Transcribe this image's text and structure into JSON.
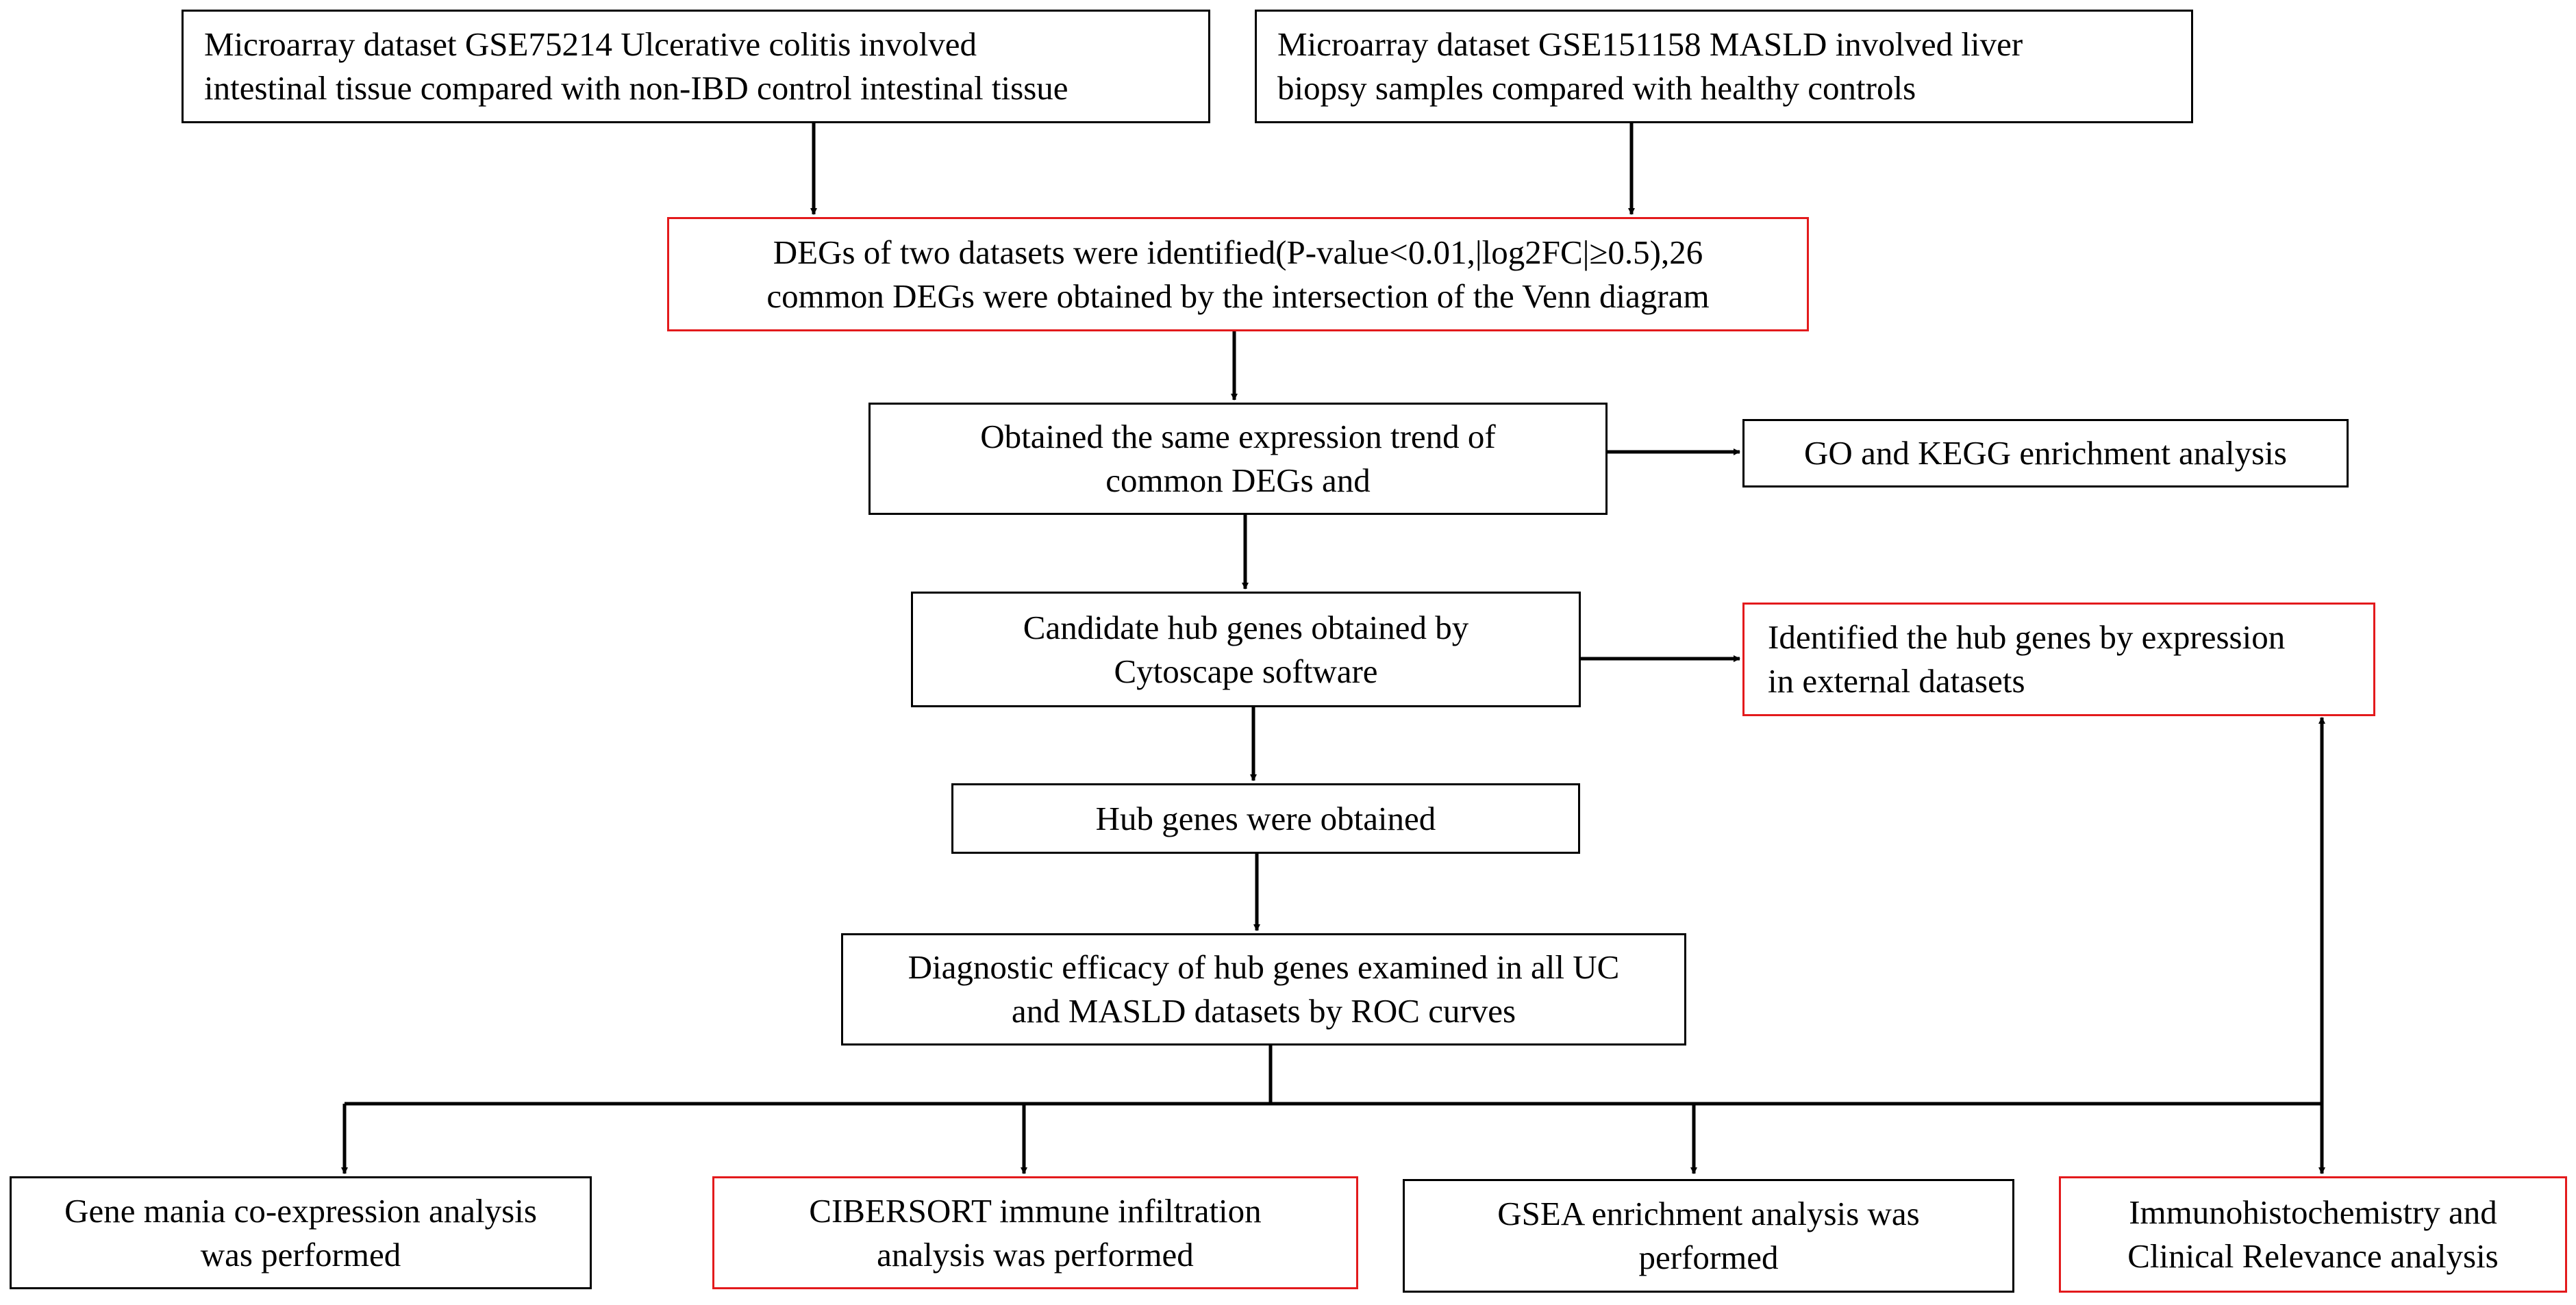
{
  "colors": {
    "normal_border": "#000000",
    "highlight_border": "#e31a1c",
    "line": "#000000"
  },
  "nodes": {
    "gse75214": {
      "lines": [
        "Microarray dataset GSE75214 Ulcerative colitis involved",
        "intestinal tissue compared with non-IBD control intestinal tissue"
      ],
      "highlight": false
    },
    "gse151158": {
      "lines": [
        "Microarray dataset GSE151158 MASLD involved liver",
        "biopsy samples compared with healthy controls"
      ],
      "highlight": false
    },
    "degs": {
      "lines": [
        "DEGs of two datasets were identified(P-value<0.01,|log2FC|≥0.5),26",
        "common DEGs were obtained by the intersection of the Venn diagram"
      ],
      "highlight": true
    },
    "same_trend": {
      "lines": [
        "Obtained the same expression trend of",
        "common DEGs and"
      ],
      "highlight": false
    },
    "go_kegg": {
      "lines": [
        "GO and KEGG enrichment analysis"
      ],
      "highlight": false
    },
    "candidate": {
      "lines": [
        "Candidate hub genes obtained by",
        "Cytoscape software"
      ],
      "highlight": false
    },
    "identified": {
      "lines": [
        "Identified the hub genes by expression",
        "in external datasets"
      ],
      "highlight": true
    },
    "hub": {
      "lines": [
        "Hub genes were obtained"
      ],
      "highlight": false
    },
    "diagnostic": {
      "lines": [
        "Diagnostic efficacy of hub genes examined in all UC",
        "and MASLD datasets by ROC curves"
      ],
      "highlight": false
    },
    "genemania": {
      "lines": [
        "Gene mania co-expression analysis",
        "was performed"
      ],
      "highlight": false
    },
    "cibersort": {
      "lines": [
        "CIBERSORT immune infiltration",
        "analysis was performed"
      ],
      "highlight": true
    },
    "gsea": {
      "lines": [
        "GSEA enrichment analysis was",
        "performed"
      ],
      "highlight": false
    },
    "ihc": {
      "lines": [
        "Immunohistochemistry and",
        "Clinical Relevance analysis"
      ],
      "highlight": true
    }
  }
}
